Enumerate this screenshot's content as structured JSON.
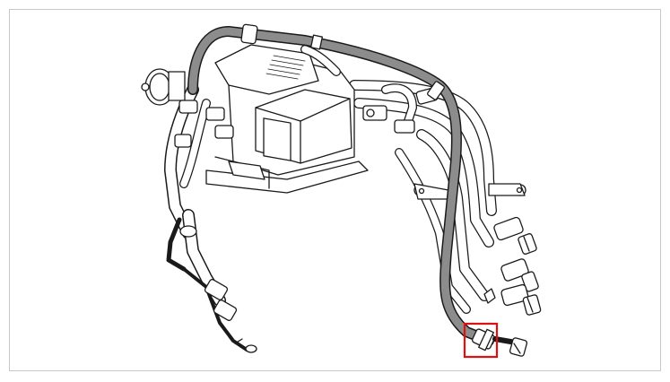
{
  "diagram": {
    "subject": "coolant-hose-and-auxiliary-heater-assembly",
    "colors": {
      "line": "#1a1a1a",
      "highlight_hose_fill": "#8c8c8c",
      "callout_box": "#e01010",
      "frame_border": "#c8c8c8",
      "part_fill": "#ffffff",
      "shade": "#d9d9d9"
    },
    "highlight": {
      "component": "highlighted-hose",
      "marker": "red-callout-box"
    }
  }
}
